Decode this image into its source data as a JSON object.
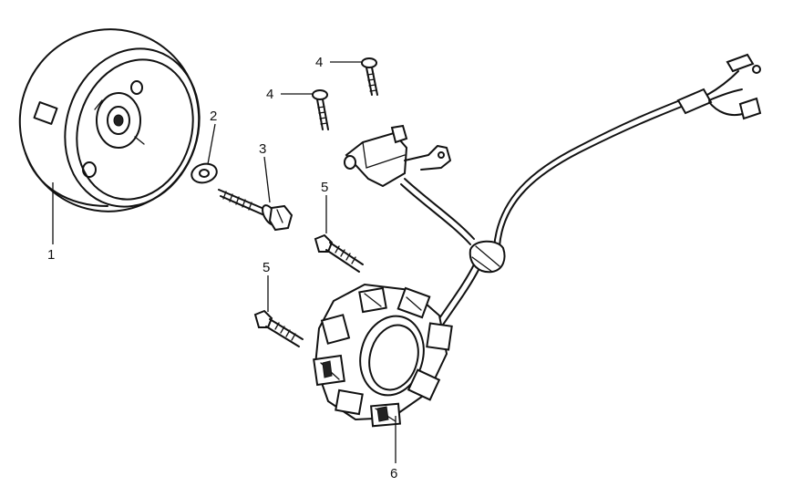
{
  "callouts": {
    "c1": "1",
    "c2": "2",
    "c3": "3",
    "c4a": "4",
    "c4b": "4",
    "c5a": "5",
    "c5b": "5",
    "c6": "6"
  }
}
